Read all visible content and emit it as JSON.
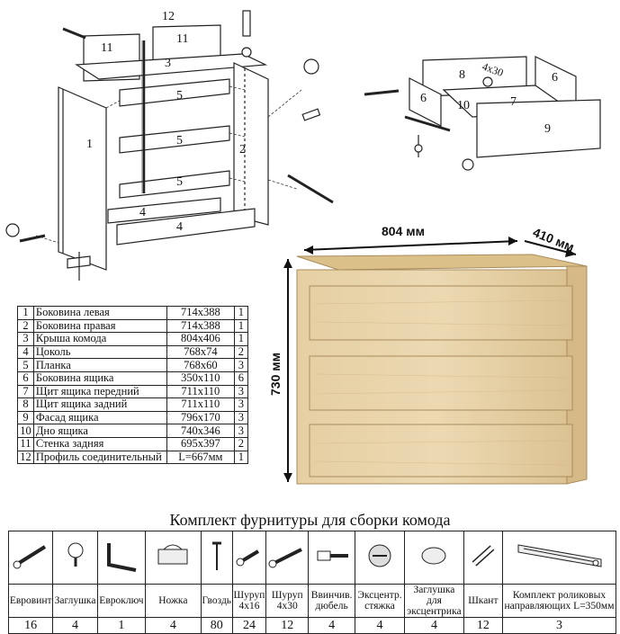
{
  "assembly": {
    "part_numbers": [
      "1",
      "2",
      "3",
      "4",
      "4",
      "5",
      "5",
      "5",
      "11",
      "11",
      "12"
    ],
    "drawer_part_numbers": [
      "6",
      "6",
      "7",
      "8",
      "9",
      "10"
    ],
    "drawer_screw_label": "4x30"
  },
  "dimensions": {
    "width": "804 мм",
    "depth": "410 мм",
    "height": "730 мм"
  },
  "parts": [
    {
      "no": "1",
      "name": "Боковина левая",
      "size": "714x388",
      "qty": "1"
    },
    {
      "no": "2",
      "name": "Боковина правая",
      "size": "714x388",
      "qty": "1"
    },
    {
      "no": "3",
      "name": "Крыша комода",
      "size": "804x406",
      "qty": "1"
    },
    {
      "no": "4",
      "name": "Цоколь",
      "size": "768x74",
      "qty": "2"
    },
    {
      "no": "5",
      "name": "Планка",
      "size": "768x60",
      "qty": "3"
    },
    {
      "no": "6",
      "name": "Боковина ящика",
      "size": "350x110",
      "qty": "6"
    },
    {
      "no": "7",
      "name": "Щит ящика передний",
      "size": "711x110",
      "qty": "3"
    },
    {
      "no": "8",
      "name": "Щит ящика задний",
      "size": "711x110",
      "qty": "3"
    },
    {
      "no": "9",
      "name": "Фасад ящика",
      "size": "796x170",
      "qty": "3"
    },
    {
      "no": "10",
      "name": "Дно ящика",
      "size": "740x346",
      "qty": "3"
    },
    {
      "no": "11",
      "name": "Стенка задняя",
      "size": "695x397",
      "qty": "2"
    },
    {
      "no": "12",
      "name": "Профиль соединительный",
      "size": "L=667мм",
      "qty": "1"
    }
  ],
  "hardware_title": "Комплект фурнитуры для сборки комода",
  "hardware": [
    {
      "label": "Евровинт",
      "count": "16",
      "icon": "eurovint-screw-icon"
    },
    {
      "label": "Заглушка",
      "count": "4",
      "icon": "cap-icon"
    },
    {
      "label": "Евроключ",
      "count": "1",
      "icon": "hex-key-icon"
    },
    {
      "label": "Ножка",
      "count": "4",
      "icon": "foot-icon"
    },
    {
      "label": "Гвоздь",
      "count": "80",
      "icon": "nail-icon"
    },
    {
      "label": "Шуруп 4x16",
      "count": "24",
      "icon": "short-screw-icon"
    },
    {
      "label": "Шуруп 4x30",
      "count": "12",
      "icon": "long-screw-icon"
    },
    {
      "label": "Ввинчив. дюбель",
      "count": "4",
      "icon": "dowel-screw-icon"
    },
    {
      "label": "Эксцентр. стяжка",
      "count": "4",
      "icon": "cam-lock-icon"
    },
    {
      "label": "Заглушка для эксцентрика",
      "count": "4",
      "icon": "cam-cap-icon"
    },
    {
      "label": "Шкант",
      "count": "12",
      "icon": "wood-dowel-icon"
    },
    {
      "label": "Комплект роликовых направляющих L=350мм",
      "count": "3",
      "icon": "drawer-slide-icon"
    }
  ]
}
